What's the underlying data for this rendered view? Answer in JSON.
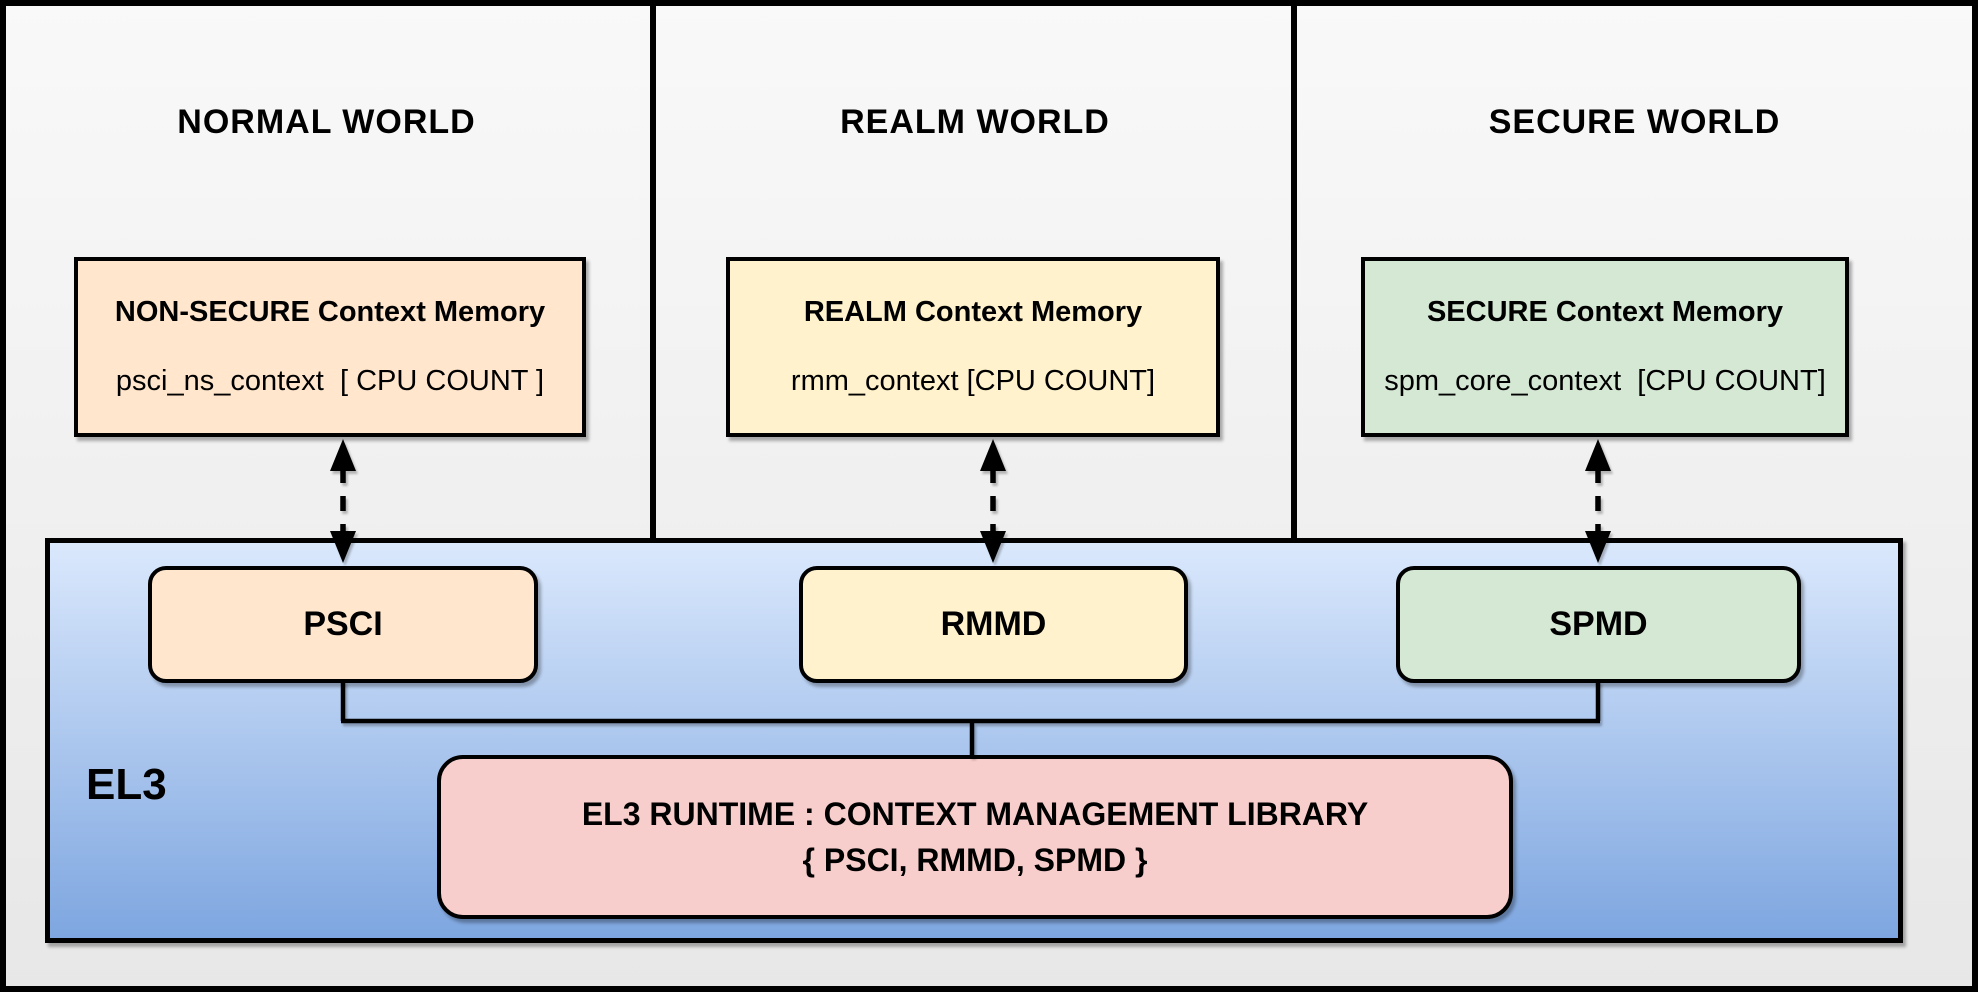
{
  "diagram": {
    "title_note": "EL3 Runtime Context Management architecture",
    "worlds": [
      {
        "title": "NORMAL WORLD",
        "memory_title": "NON-SECURE Context Memory",
        "memory_value": "psci_ns_context  [ CPU COUNT ]",
        "component": "PSCI",
        "color": "#ffe6cc"
      },
      {
        "title": "REALM WORLD",
        "memory_title": "REALM Context Memory",
        "memory_value": "rmm_context [CPU COUNT]",
        "component": "RMMD",
        "color": "#fff2cc"
      },
      {
        "title": "SECURE WORLD",
        "memory_title": "SECURE Context Memory",
        "memory_value": "spm_core_context  [CPU COUNT]",
        "component": "SPMD",
        "color": "#d5e8d4"
      }
    ],
    "el3": {
      "label": "EL3",
      "runtime_line1": "EL3 RUNTIME : CONTEXT MANAGEMENT LIBRARY",
      "runtime_line2": "{ PSCI, RMMD, SPMD }",
      "runtime_color": "#f8cecc",
      "gradient_top": "#dae8fc",
      "gradient_bottom": "#7ea6e0"
    },
    "panel_background_top": "#f9f9f9",
    "panel_background_bottom": "#e7e7e7",
    "line_color": "#000000"
  }
}
